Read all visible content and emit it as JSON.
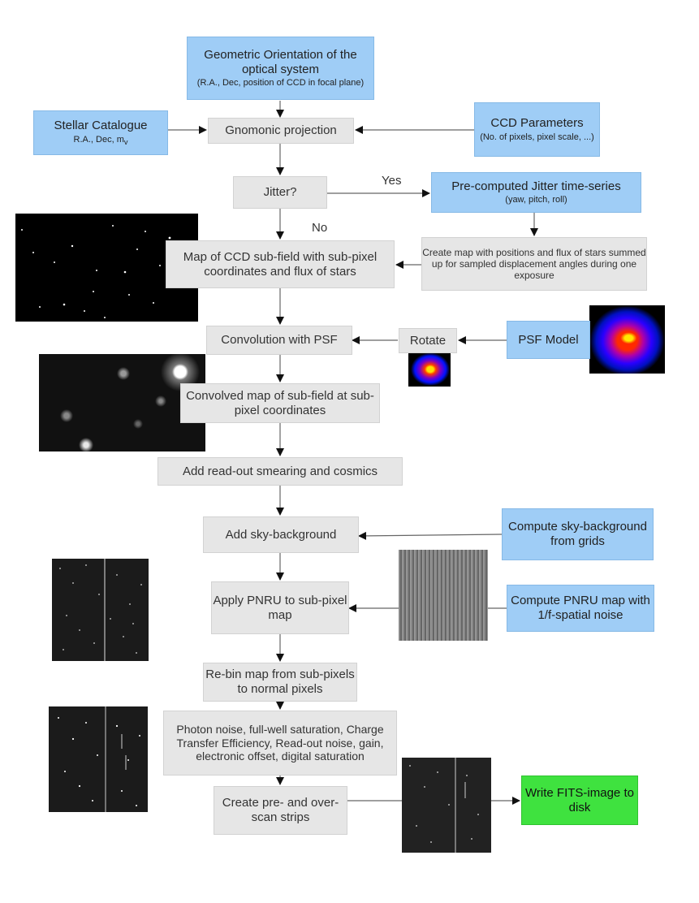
{
  "boxes": {
    "geometric": {
      "title": "Geometric Orientation of the optical system",
      "sub": "(R.A., Dec, position of CCD in focal plane)"
    },
    "stellar": {
      "title": "Stellar Catalogue",
      "sub": "R.A., Dec, m",
      "sub_subscript": "v"
    },
    "gnomonic": {
      "title": "Gnomonic projection"
    },
    "ccd_params": {
      "title": "CCD Parameters",
      "sub": "(No. of pixels, pixel scale, ...)"
    },
    "jitter": {
      "title": "Jitter?"
    },
    "jitter_series": {
      "title": "Pre-computed Jitter time-series",
      "sub": "(yaw, pitch, roll)"
    },
    "map_ccd": {
      "title": "Map of CCD sub-field with sub-pixel coordinates and flux of stars"
    },
    "create_map": {
      "title": "Create map with positions and flux of stars summed up for sampled displacement angles during one exposure"
    },
    "convolution": {
      "title": "Convolution with PSF"
    },
    "rotate": {
      "title": "Rotate"
    },
    "psf_model": {
      "title": "PSF Model"
    },
    "convolved": {
      "title": "Convolved map of sub-field at sub-pixel coordinates"
    },
    "readout": {
      "title": "Add read-out smearing and cosmics"
    },
    "sky_bg": {
      "title": "Add sky-background"
    },
    "compute_sky": {
      "title": "Compute sky-background from grids"
    },
    "pnru": {
      "title": "Apply PNRU to sub-pixel map"
    },
    "compute_pnru": {
      "title": "Compute PNRU map with 1/f-spatial noise"
    },
    "rebin": {
      "title": "Re-bin map from sub-pixels to normal pixels"
    },
    "noise": {
      "title": "Photon noise, full-well saturation, Charge Transfer Efficiency, Read-out noise, gain, electronic offset, digital saturation"
    },
    "prescan": {
      "title": "Create pre- and over-scan strips"
    },
    "write_fits": {
      "title": "Write FITS-image to disk"
    }
  },
  "labels": {
    "yes": "Yes",
    "no": "No"
  },
  "colors": {
    "process": "#e6e6e6",
    "input": "#9fcdf6",
    "output": "#3fe23f",
    "connector": "#555555",
    "arrowhead": "#111111"
  }
}
